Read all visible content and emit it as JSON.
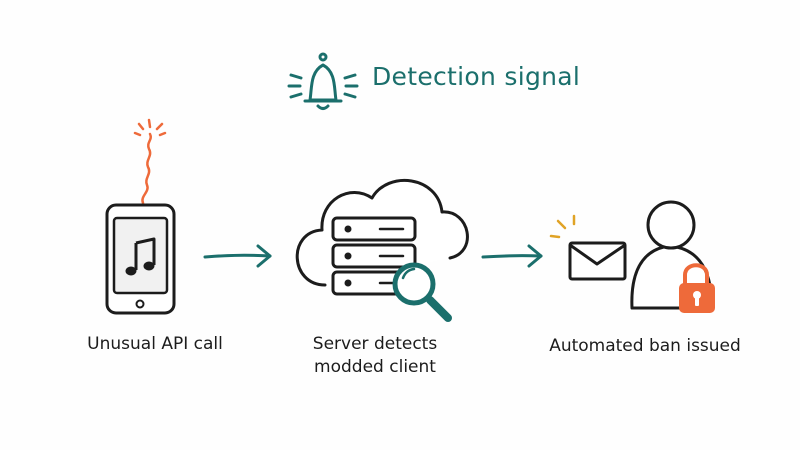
{
  "header": {
    "title": "Detection signal",
    "icon": "bell-icon"
  },
  "steps": [
    {
      "icon": "smartphone-music-icon",
      "label_lines": [
        "Unusual API call"
      ]
    },
    {
      "icon": "cloud-server-magnifier-icon",
      "label_lines": [
        "Server detects",
        "modded client"
      ]
    },
    {
      "icon": "user-lock-mail-icon",
      "label_lines": [
        "Automated ban issued"
      ]
    }
  ],
  "colors": {
    "teal": "#1b6f6c",
    "orange": "#ee6a3a",
    "ink": "#1c1c1c",
    "gold": "#e0a326"
  }
}
